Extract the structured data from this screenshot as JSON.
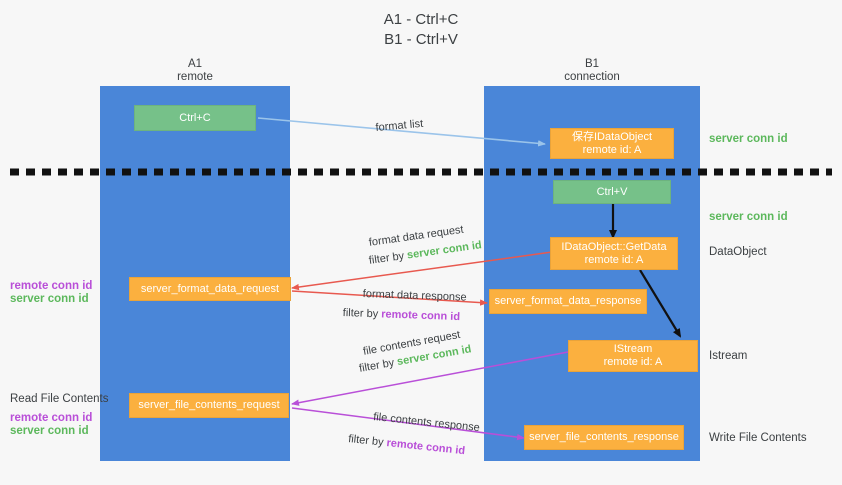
{
  "title": {
    "line1": "A1 - Ctrl+C",
    "line2": "B1 - Ctrl+V"
  },
  "lanes": [
    {
      "name": "A1",
      "sub": "remote"
    },
    {
      "name": "B1",
      "sub": "connection"
    }
  ],
  "nodes": {
    "ctrl_c": {
      "label": "Ctrl+C"
    },
    "save_dataobject": {
      "line1": "保存IDataObject",
      "line2": "remote id: A"
    },
    "ctrl_v": {
      "label": "Ctrl+V"
    },
    "getdata": {
      "line1": "IDataObject::GetData",
      "line2": "remote id: A"
    },
    "server_format_data_request": {
      "label": "server_format_data_request"
    },
    "server_format_data_response": {
      "label": "server_format_data_response"
    },
    "istream": {
      "line1": "IStream",
      "line2": "remote id: A"
    },
    "server_file_contents_request": {
      "label": "server_file_contents_request"
    },
    "server_file_contents_response": {
      "label": "server_file_contents_response"
    }
  },
  "right_labels": {
    "server_conn_id_top": "server conn id",
    "server_conn_id_mid": "server conn id",
    "dataobject": "DataObject",
    "istream": "Istream",
    "write_file_contents": "Write File Contents"
  },
  "left_labels": {
    "remote_conn_id_1": "remote conn id",
    "server_conn_id_1": "server conn id",
    "read_file_contents": "Read File Contents",
    "remote_conn_id_2": "remote conn id",
    "server_conn_id_2": "server conn id"
  },
  "edge_labels": {
    "format_list": "format list",
    "format_data_request": "format data request",
    "format_data_request_filter_prefix": "filter by ",
    "format_data_request_filter_value": "server conn id",
    "format_data_response": "format data response",
    "format_data_response_filter_prefix": "filter by ",
    "format_data_response_filter_value": "remote conn id",
    "file_contents_request": "file contents request",
    "file_contents_request_filter_prefix": "filter by ",
    "file_contents_request_filter_value": "server conn id",
    "file_contents_response": "file contents response",
    "file_contents_response_filter_prefix": "filter by ",
    "file_contents_response_filter_value": "remote conn id"
  },
  "colors": {
    "lane": "#4a86d8",
    "green_box": "#76c189",
    "orange_box": "#fbb03f",
    "green_text": "#5cb85c",
    "purple_text": "#b94fd8",
    "red_arrow": "#e8594f",
    "purple_arrow": "#b94fd8",
    "blue_arrow": "#9bc4ea",
    "black_arrow": "#000000",
    "background": "#f7f7f7"
  }
}
